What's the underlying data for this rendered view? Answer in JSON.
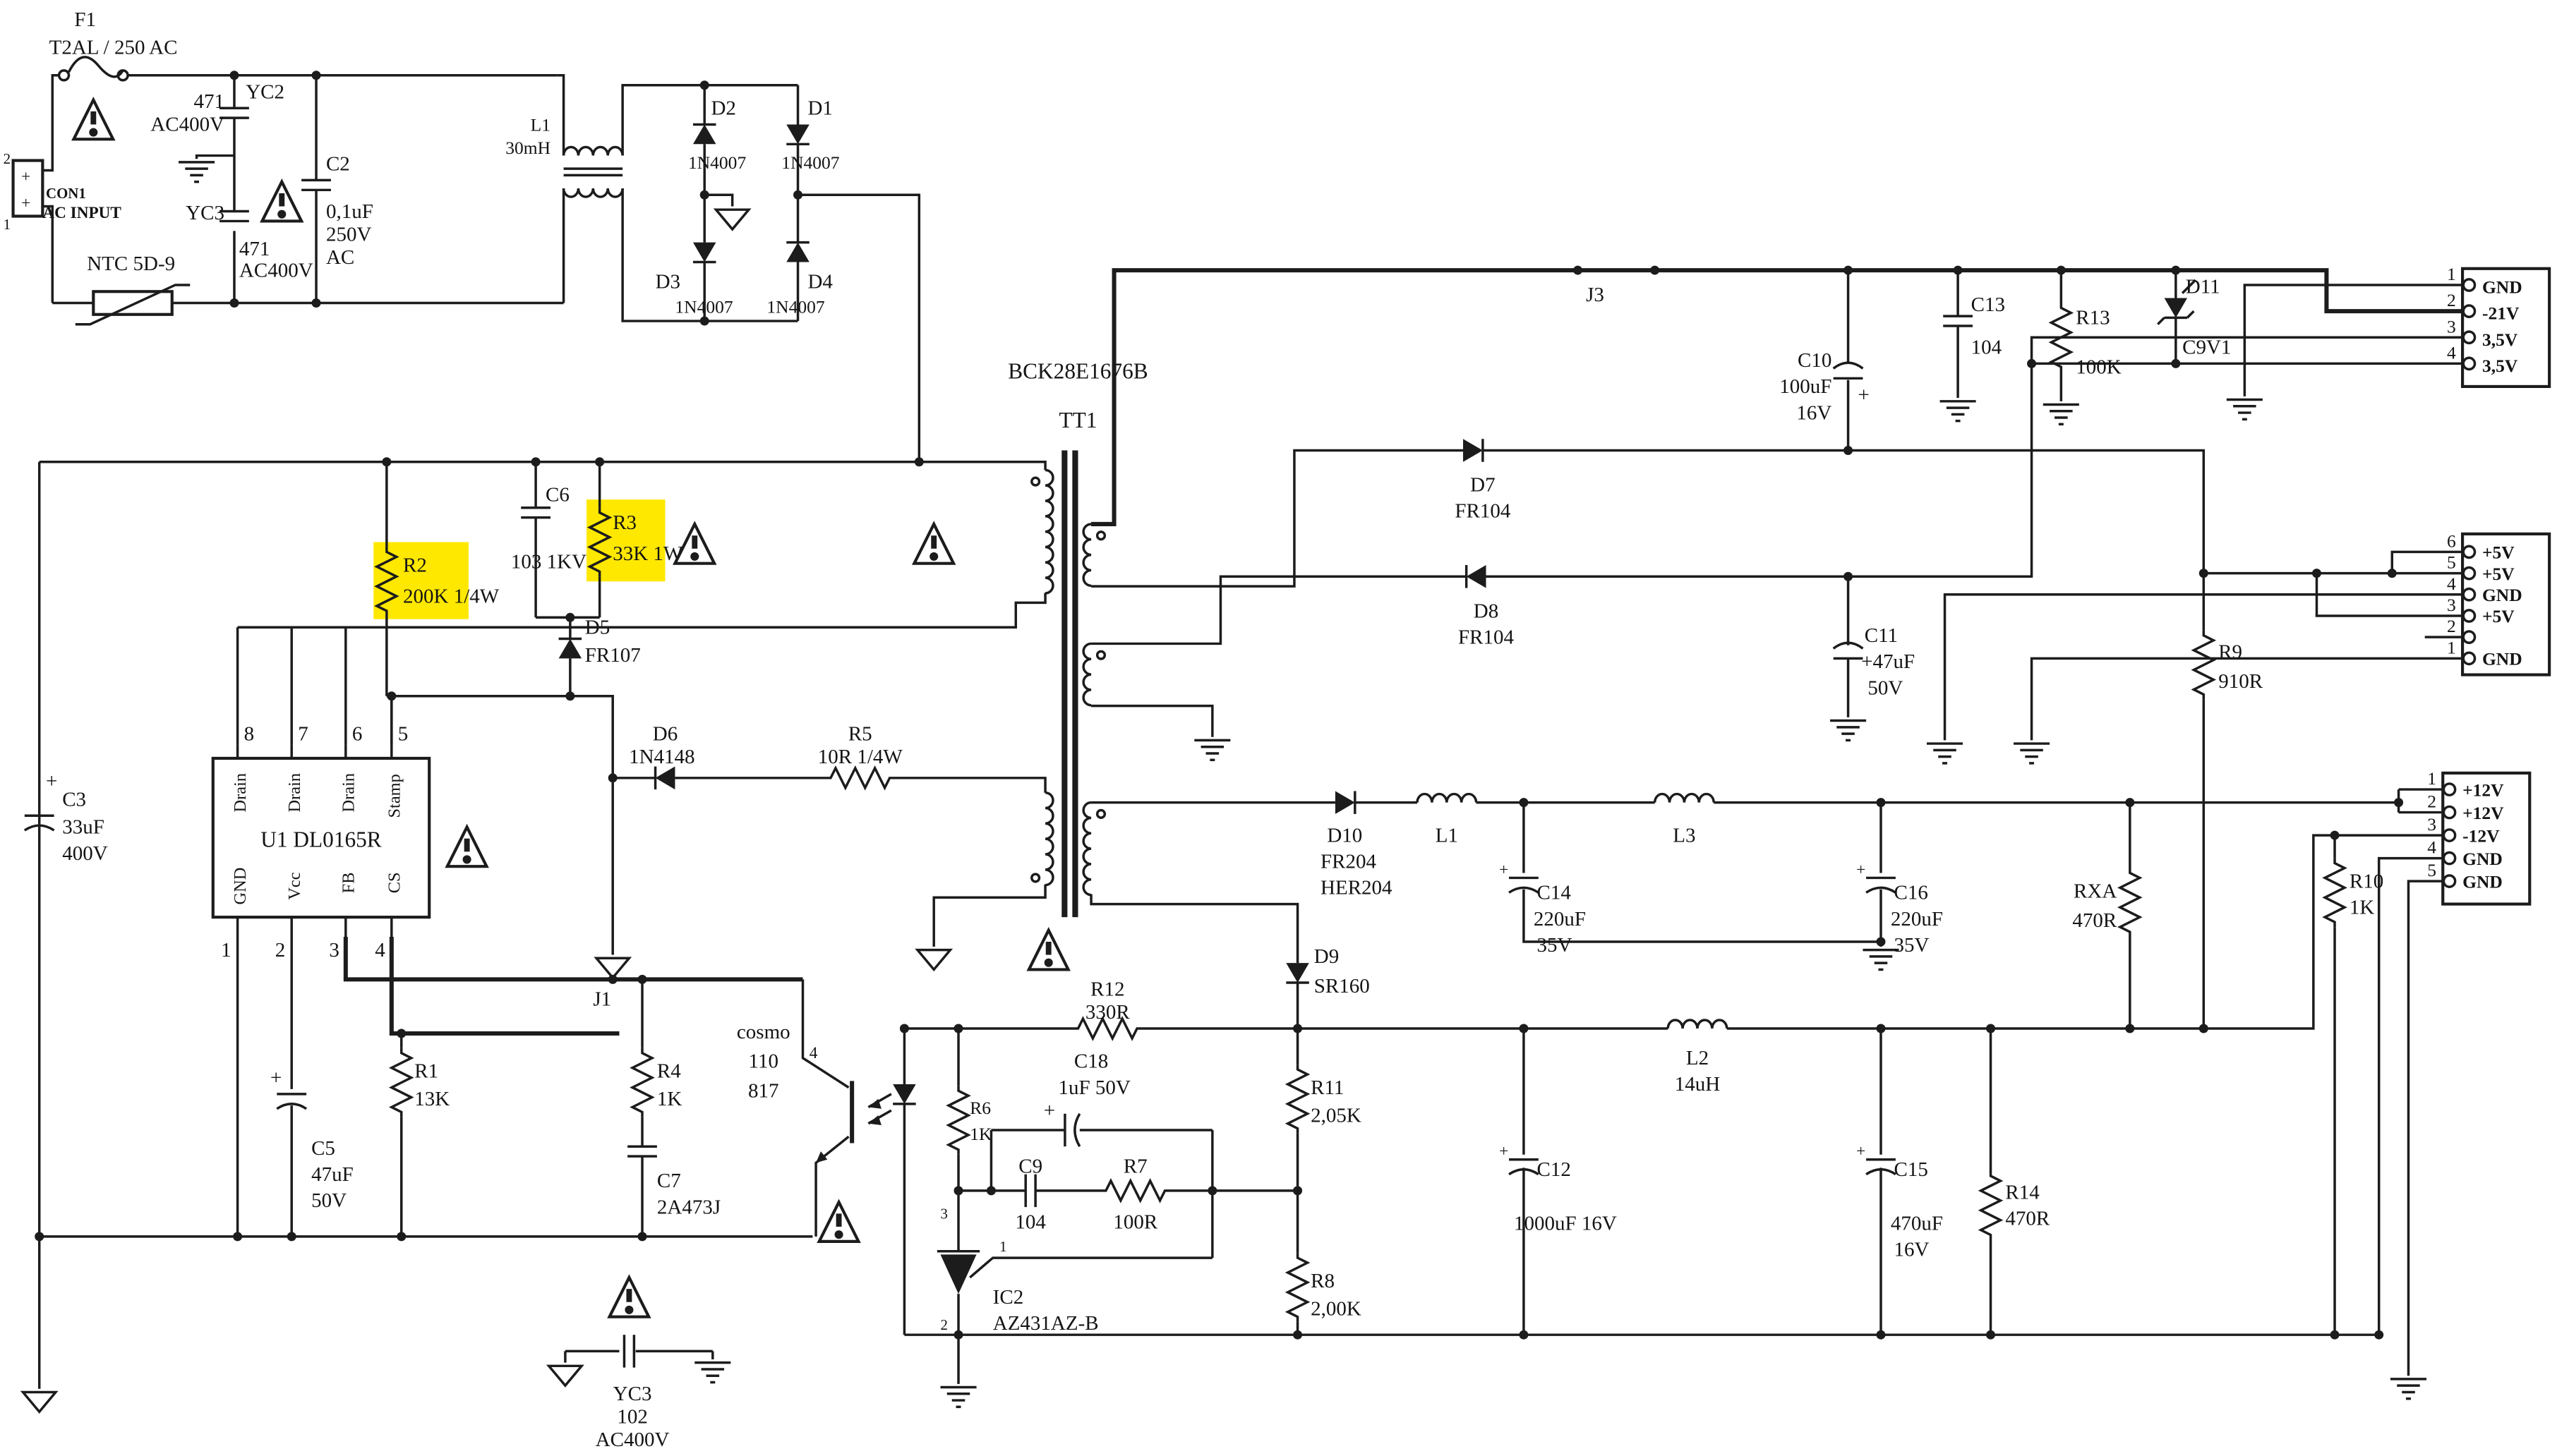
{
  "colors": {
    "highlight": "#ffe800",
    "line": "#1c1c1c",
    "background": "#ffffff"
  },
  "sym": {
    "plus": "+"
  },
  "ac": {
    "f1_ref": "F1",
    "f1_val": "T2AL / 250 AC",
    "con1_pin_top": "2",
    "con1_pin_bottom": "1",
    "con1_ref": "CON1",
    "con1_label": "AC INPUT",
    "ntc": "NTC 5D-9",
    "yc2_val": "471",
    "yc2_rating": "AC400V",
    "yc2_ref": "YC2",
    "yc3_ref": "YC3",
    "yc3_val": "471",
    "yc3_rating": "AC400V",
    "c2_ref": "C2",
    "c2_val": "0,1uF",
    "c2_v": "250V",
    "c2_type": "AC",
    "l1_ref": "L1",
    "l1_val": "30mH"
  },
  "bridge": {
    "d2": "D2",
    "d2_val": "1N4007",
    "d1": "D1",
    "d1_val": "1N4007",
    "d3": "D3",
    "d3_val": "1N4007",
    "d4": "D4",
    "d4_val": "1N4007"
  },
  "xfmr": {
    "part": "BCK28E1676B",
    "ref": "TT1"
  },
  "primary": {
    "c3": "C3",
    "c3_val": "33uF",
    "c3_v": "400V",
    "r2": "R2",
    "r2_val": "200K  1/4W",
    "c6": "C6",
    "c6_val": "103 1KV",
    "r3": "R3",
    "r3_val": "33K 1W",
    "d5": "D5",
    "d5_val": "FR107",
    "d6": "D6",
    "d6_val": "1N4148",
    "r5": "R5",
    "r5_val": "10R  1/4W"
  },
  "u1": {
    "name": "U1  DL0165R",
    "pins_top": [
      "8",
      "7",
      "6",
      "5"
    ],
    "pins_top_names": [
      "Drain",
      "Drain",
      "Drain",
      "Stamp"
    ],
    "pins_bottom": [
      "1",
      "2",
      "3",
      "4"
    ],
    "pins_bottom_names": [
      "GND",
      "Vcc",
      "FB",
      "CS"
    ]
  },
  "fb": {
    "j1": "J1",
    "r1": "R1",
    "r1_val": "13K",
    "c5": "C5",
    "c5_val": "47uF",
    "c5_v": "50V",
    "r4": "R4",
    "r4_val": "1K",
    "c7": "C7",
    "c7_val": "2A473J",
    "opto_brand": "cosmo",
    "opto_110": "110",
    "opto_817": "817",
    "opto_pin4": "4",
    "yc3b_ref": "YC3",
    "yc3b_val": "102",
    "yc3b_rating": "AC400V",
    "r6": "R6",
    "r6_val": "1K",
    "c18": "C18",
    "c18_val": "1uF 50V",
    "c9": "C9",
    "c9_val": "104",
    "r7": "R7",
    "r7_val": "100R",
    "ic2": "IC2",
    "ic2_val": "AZ431AZ-B",
    "ic2_pin1": "1",
    "ic2_pin2": "2",
    "ic2_pin3": "3",
    "r8": "R8",
    "r8_val": "2,00K",
    "r11": "R11",
    "r11_val": "2,05K",
    "r12": "R12",
    "r12_val": "330R"
  },
  "sec": {
    "j3": "J3",
    "d7": "D7",
    "d7_val": "FR104",
    "d8": "D8",
    "d8_val": "FR104",
    "d9": "D9",
    "d9_val": "SR160",
    "d10": "D10",
    "d10_val": "FR204",
    "d10_val2": "HER204",
    "l1b": "L1",
    "l3": "L3",
    "l2": "L2",
    "l2_val": "14uH",
    "c10": "C10",
    "c10_val": "100uF",
    "c10_v": "16V",
    "c11": "C11",
    "c11_val": "+47uF",
    "c11_v": "50V",
    "c13": "C13",
    "c13_val": "104",
    "r13": "R13",
    "r13_val": "100K",
    "d11": "D11",
    "d11_val": "C9V1",
    "c14": "C14",
    "c14_val": "220uF",
    "c14_v": "35V",
    "c16": "C16",
    "c16_val": "220uF",
    "c16_v": "35V",
    "c12": "C12",
    "c12_val": "1000uF 16V",
    "c15": "C15",
    "c15_val": "470uF",
    "c15_v": "16V",
    "r14": "R14",
    "r14_val": "470R",
    "rxa": "RXA",
    "rxa_val": "470R",
    "r9": "R9",
    "r9_val": "910R",
    "r10": "R10",
    "r10_val": "1K"
  },
  "connectors": {
    "top_right": {
      "pins": [
        {
          "n": "1",
          "label": "GND"
        },
        {
          "n": "2",
          "label": "-21V"
        },
        {
          "n": "3",
          "label": "3,5V"
        },
        {
          "n": "4",
          "label": "3,5V"
        }
      ]
    },
    "mid_right": {
      "pins": [
        {
          "n": "6",
          "label": "+5V"
        },
        {
          "n": "5",
          "label": "+5V"
        },
        {
          "n": "4",
          "label": "GND"
        },
        {
          "n": "3",
          "label": "+5V"
        },
        {
          "n": "2",
          "label": ""
        },
        {
          "n": "1",
          "label": "GND"
        }
      ]
    },
    "bot_right": {
      "pins": [
        {
          "n": "1",
          "label": "+12V"
        },
        {
          "n": "2",
          "label": "+12V"
        },
        {
          "n": "3",
          "label": "-12V"
        },
        {
          "n": "4",
          "label": "GND"
        },
        {
          "n": "5",
          "label": "GND"
        }
      ]
    }
  }
}
